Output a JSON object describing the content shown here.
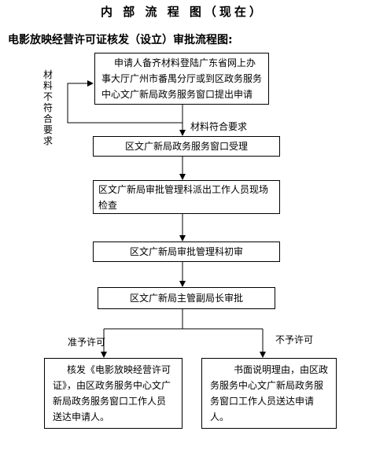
{
  "title": "内 部 流 程 图（现在）",
  "subtitle": "电影放映经营许可证核发（设立）审批流程图:",
  "nodes": {
    "apply": "申请人备齐材料登陆广东省网上办事大厅广州市番禺分厅或到区政务服务中心文广新局政务服务窗口提出申请",
    "accept": "区文广新局政务服务窗口受理",
    "inspect": "区文广新局审批管理科派出工作人员现场检查",
    "initial_review": "区文广新局审批管理科初审",
    "director_review": "区文广新局主管副局长审批",
    "approve_result": "核发《电影放映经营许可证》，由区政务服务中心文广新局政务服务窗口工作人员送达申请人。",
    "reject_result": "书面说明理由，由区政务服务中心文广新局政务服务窗口工作人员送达申请人。"
  },
  "edge_labels": {
    "not_meet": "材料不符合要求",
    "meet": "材料符合要求",
    "approve": "准予许可",
    "reject": "不予许可"
  }
}
